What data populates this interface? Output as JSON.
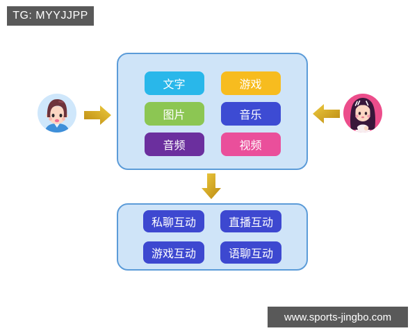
{
  "badges": {
    "telegram": {
      "label": "TG: MYYJJPP"
    },
    "website": {
      "label": "www.sports-jingbo.com"
    }
  },
  "content_panel": {
    "buttons": [
      {
        "label": "文字",
        "color": "#29b7ea"
      },
      {
        "label": "游戏",
        "color": "#f7bc1f"
      },
      {
        "label": "图片",
        "color": "#8cc653"
      },
      {
        "label": "音乐",
        "color": "#3d4bd3"
      },
      {
        "label": "音频",
        "color": "#6b2f9e"
      },
      {
        "label": "视频",
        "color": "#ea4f9b"
      }
    ]
  },
  "interaction_panel": {
    "buttons": [
      {
        "label": "私聊互动",
        "color": "#3d48d0"
      },
      {
        "label": "直播互动",
        "color": "#3d48d0"
      },
      {
        "label": "游戏互动",
        "color": "#3d48d0"
      },
      {
        "label": "语聊互动",
        "color": "#3d48d0"
      }
    ]
  },
  "icons": {
    "male_avatar": "male-user-avatar",
    "female_avatar": "female-user-avatar",
    "arrow_from_male": "arrow-right-icon",
    "arrow_from_female": "arrow-left-icon",
    "arrow_to_interactions": "arrow-down-icon"
  },
  "colors": {
    "panel_background": "#cfe4f8",
    "panel_border": "#5b9bd8",
    "badge_background": "#595959",
    "arrow_gold_light": "#eecb3f",
    "arrow_gold_dark": "#bb8a12"
  }
}
